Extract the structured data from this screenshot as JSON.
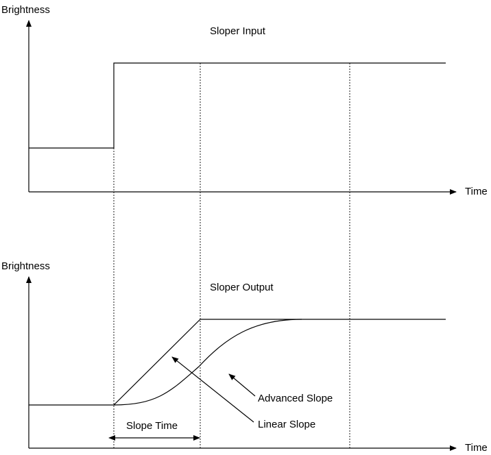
{
  "top_panel": {
    "y_axis_label": "Brightness",
    "x_axis_label": "Time",
    "title": "Sloper Input"
  },
  "bottom_panel": {
    "y_axis_label": "Brightness",
    "x_axis_label": "Time",
    "title": "Sloper Output",
    "annotations": {
      "advanced_slope": "Advanced Slope",
      "linear_slope": "Linear Slope",
      "slope_time": "Slope Time"
    }
  }
}
